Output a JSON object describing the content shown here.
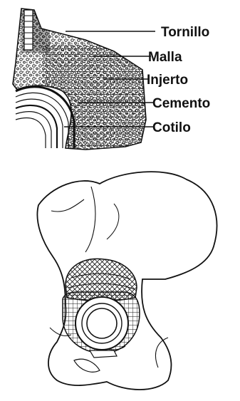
{
  "labels": {
    "screw": "Tornillo",
    "mesh": "Malla",
    "graft": "Injerto",
    "cement": "Cemento",
    "cup": "Cotilo"
  },
  "colors": {
    "ink": "#111111",
    "bone_fill": "#f4f4f4",
    "paper": "#ffffff"
  },
  "icons": {
    "top_panel": "acetabular-cross-section",
    "bottom_panel": "pelvis-with-mesh-cup"
  }
}
